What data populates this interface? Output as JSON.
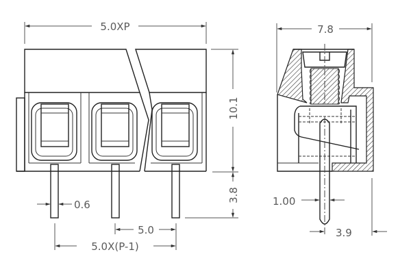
{
  "drawing": {
    "subject": "3-pin PCB screw terminal block",
    "views": {
      "front": {
        "dimensions": {
          "overall_width": "5.0XP",
          "height": "10.1",
          "pin_length": "3.8",
          "pin_width": "0.6",
          "pitch": "5.0",
          "pin_span": "5.0X(P-1)"
        },
        "pin_count_shown": 3
      },
      "side": {
        "dimensions": {
          "depth": "7.8",
          "pin_diameter": "1.00",
          "pin_offset": "3.9"
        }
      }
    },
    "colors": {
      "line": "#222222",
      "dimension_text": "#5a5a5a",
      "background": "#ffffff"
    }
  }
}
